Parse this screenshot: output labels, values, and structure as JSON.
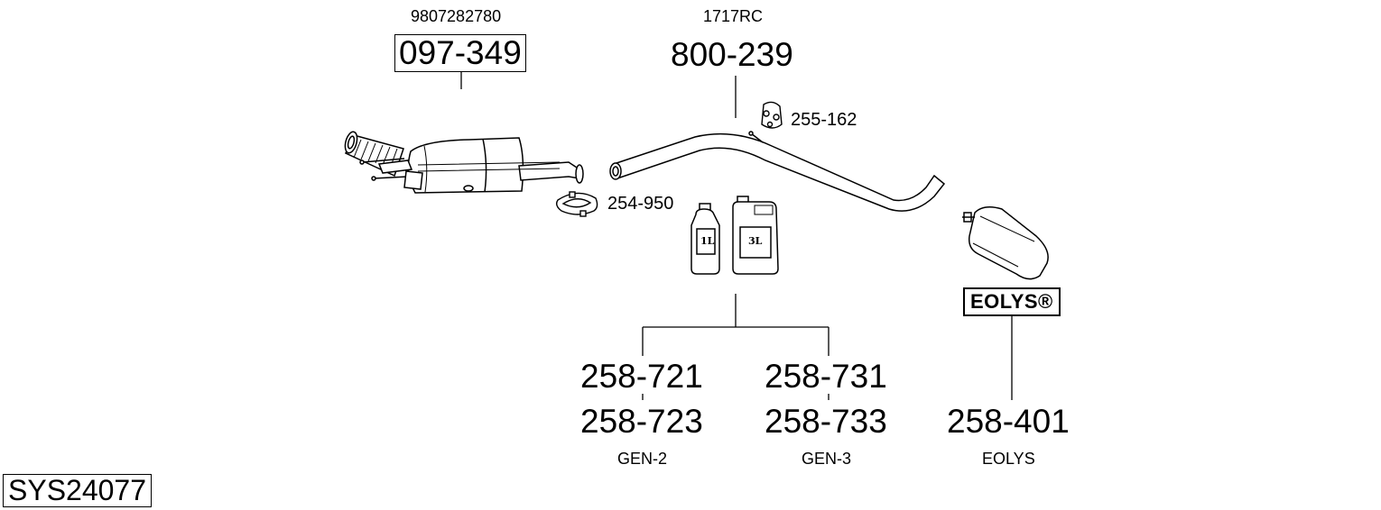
{
  "system_code": "SYS24077",
  "parts": {
    "dpf": {
      "oe_ref": "9807282780",
      "number": "097-349"
    },
    "pipe": {
      "oe_ref": "1717RC",
      "number": "800-239"
    },
    "hanger": {
      "number": "255-162"
    },
    "clamp": {
      "number": "254-950"
    },
    "additive_gen2": {
      "numbers": [
        "258-721",
        "258-723"
      ],
      "caption": "GEN-2",
      "can_label": "1L"
    },
    "additive_gen3": {
      "numbers": [
        "258-731",
        "258-733"
      ],
      "caption": "GEN-3",
      "can_label": "3L"
    },
    "eolys": {
      "badge": "EOLYS®",
      "number": "258-401",
      "caption": "EOLYS"
    }
  }
}
